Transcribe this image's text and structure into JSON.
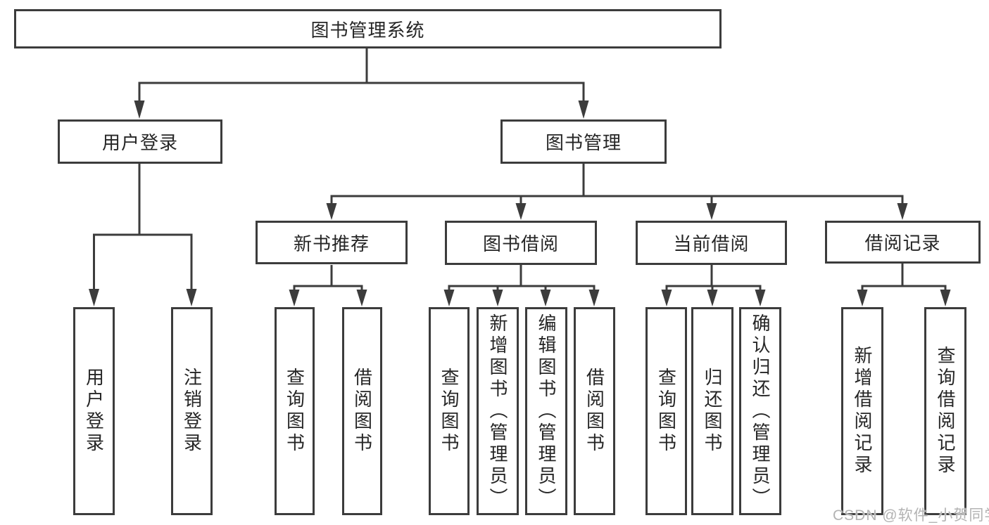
{
  "colors": {
    "line": "#3c3c3c",
    "border": "#3c3c3c",
    "text": "#262626",
    "background": "#ffffff",
    "watermark": "#b3b3b3"
  },
  "nodes": {
    "root": {
      "label": "图书管理系统"
    },
    "user_login": {
      "label": "用户登录"
    },
    "book_mgmt": {
      "label": "图书管理"
    },
    "new_book_rec": {
      "label": "新书推荐"
    },
    "book_borrow": {
      "label": "图书借阅"
    },
    "current_borrow": {
      "label": "当前借阅"
    },
    "borrow_record": {
      "label": "借阅记录"
    },
    "leaf_user_login": {
      "label": "用户登录"
    },
    "leaf_logout": {
      "label": "注销登录"
    },
    "leaf_rec_query": {
      "label": "查询图书"
    },
    "leaf_rec_borrow": {
      "label": "借阅图书"
    },
    "leaf_bb_query": {
      "label": "查询图书"
    },
    "leaf_bb_add": {
      "label": "新增图书（管理员）"
    },
    "leaf_bb_edit": {
      "label": "编辑图书（管理员）"
    },
    "leaf_bb_borrow": {
      "label": "借阅图书"
    },
    "leaf_cb_query": {
      "label": "查询图书"
    },
    "leaf_cb_return": {
      "label": "归还图书"
    },
    "leaf_cb_confirm": {
      "label": "确认归还（管理员）"
    },
    "leaf_br_add": {
      "label": "新增借阅记录"
    },
    "leaf_br_query": {
      "label": "查询借阅记录"
    }
  },
  "hierarchy": {
    "图书管理系统": [
      "用户登录",
      "图书管理"
    ],
    "用户登录": [
      "用户登录",
      "注销登录"
    ],
    "图书管理": [
      "新书推荐",
      "图书借阅",
      "当前借阅",
      "借阅记录"
    ],
    "新书推荐": [
      "查询图书",
      "借阅图书"
    ],
    "图书借阅": [
      "查询图书",
      "新增图书（管理员）",
      "编辑图书（管理员）",
      "借阅图书"
    ],
    "当前借阅": [
      "查询图书",
      "归还图书",
      "确认归还（管理员）"
    ],
    "借阅记录": [
      "新增借阅记录",
      "查询借阅记录"
    ]
  },
  "watermark": {
    "text": "CSDN @软件_小贺同学"
  }
}
